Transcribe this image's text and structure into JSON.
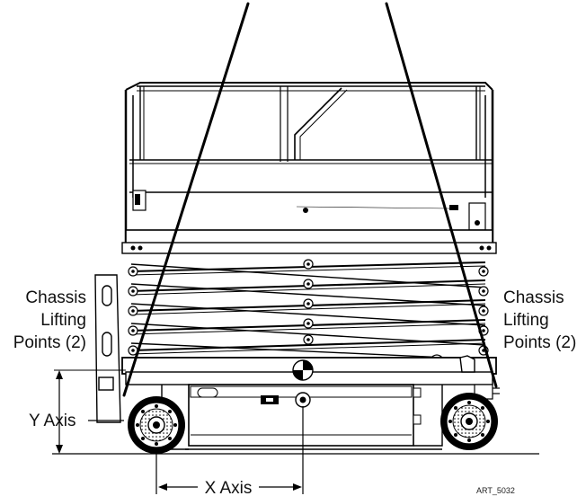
{
  "labels": {
    "left_points_line1": "Chassis",
    "left_points_line2": "Lifting",
    "left_points_line3": "Points (2)",
    "right_points_line1": "Chassis",
    "right_points_line2": "Lifting",
    "right_points_line3": "Points (2)",
    "y_axis": "Y Axis",
    "x_axis": "X Axis",
    "art_code": "ART_5032"
  }
}
